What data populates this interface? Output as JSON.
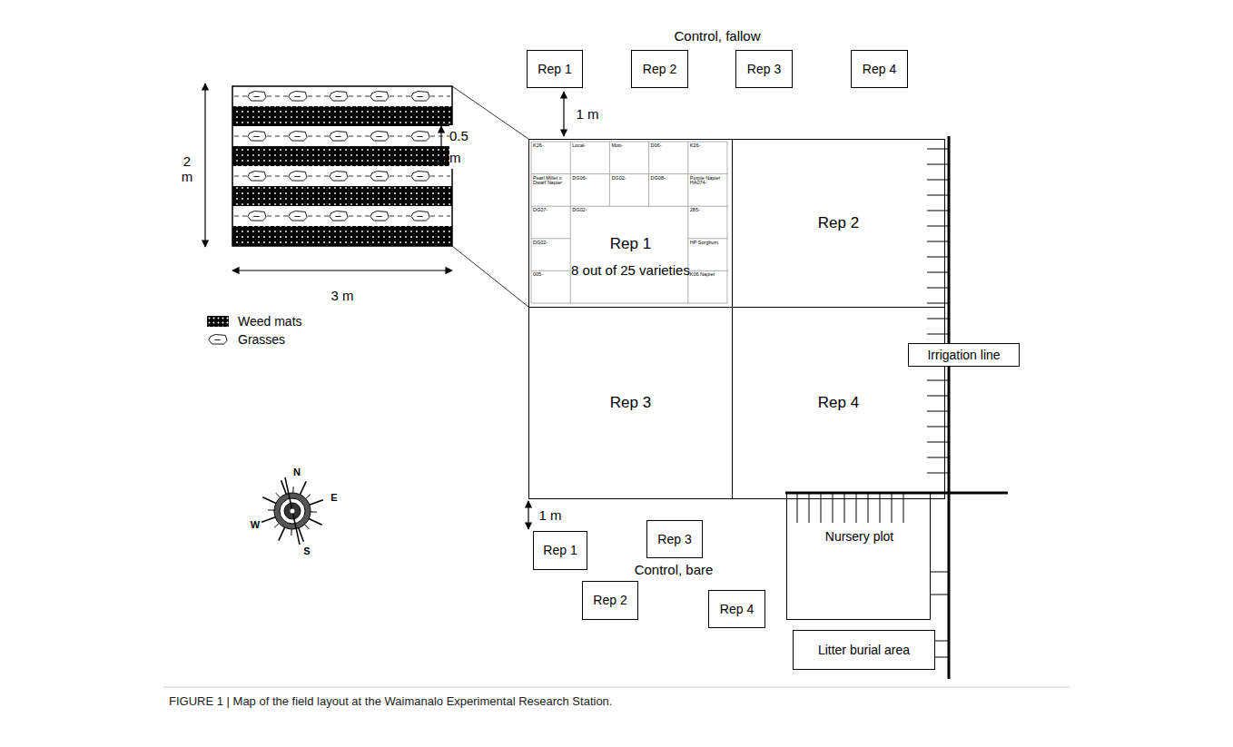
{
  "diagram": {
    "caption": "FIGURE 1 | Map of the field layout at the Waimanalo Experimental Research Station.",
    "nodes": [
      {
        "text": [
          "Rep 1"
        ]
      },
      {
        "text": [
          "Rep 2"
        ]
      },
      {
        "text": [
          "Rep 3"
        ]
      },
      {
        "text": [
          "Rep 4"
        ]
      },
      {
        "text": [
          "Rep 1",
          "8 out of 25 varieties"
        ]
      },
      {
        "text": [
          "Rep 2"
        ]
      },
      {
        "text": [
          "Rep 3"
        ]
      },
      {
        "text": [
          "Rep 4"
        ]
      },
      {
        "text": [
          "Irrigation line"
        ]
      },
      {
        "text": [
          "Rep 1"
        ]
      },
      {
        "text": [
          "Rep 3"
        ]
      },
      {
        "text": [
          "Rep 2"
        ]
      },
      {
        "text": [
          "Rep 4"
        ]
      },
      {
        "text": [
          "Nursery plot"
        ]
      },
      {
        "text": [
          "Litter burial area"
        ]
      }
    ],
    "labels": [
      "Control, fallow",
      "1 m",
      "1 m",
      "Control, bare",
      "2 m",
      "0.5 m",
      "3 m",
      "N",
      "E",
      "S",
      "W",
      "K26-",
      "Local-",
      "Mott-",
      "D06-",
      "K26-",
      "Pearl Millet x Dwarf Napier",
      "DG06-",
      "DG02-",
      "DG08-",
      "Purple Napier HA074-",
      "DG07-",
      "DG02-",
      "285-",
      "DG02-",
      "HP Sorghum",
      "005-",
      "K06 Napier"
    ],
    "legend": [
      {
        "text": "Weed mats",
        "color": "#000000"
      },
      {
        "text": "Grasses"
      }
    ]
  }
}
